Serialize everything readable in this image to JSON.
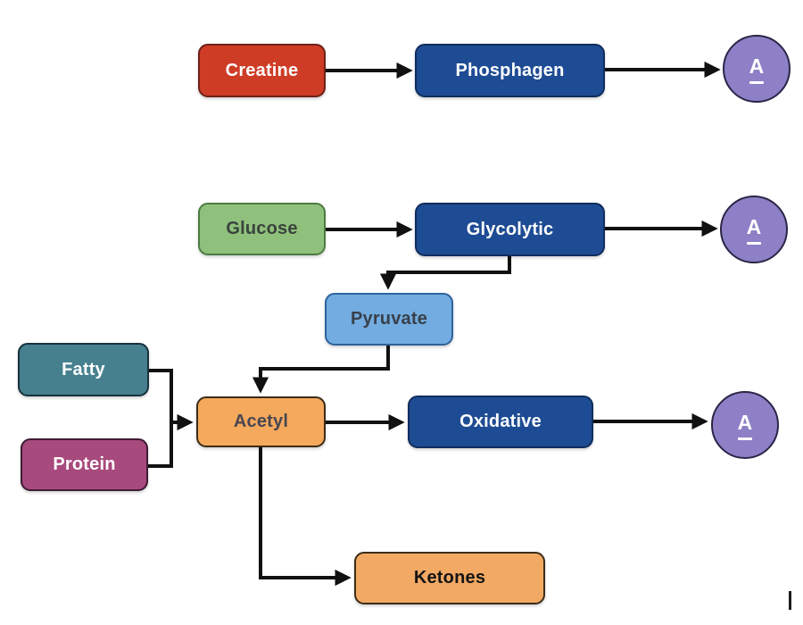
{
  "diagram": {
    "type": "flowchart",
    "description": "Metabolic energy pathway diagram",
    "background_color": "#ffffff",
    "arrow_color": "#111111",
    "nodes": {
      "creatine": {
        "label": "Creatine",
        "shape": "rounded-rect",
        "fill": "#ce3c26",
        "text_color": "#ffffff"
      },
      "phosphagen": {
        "label": "Phosphagen",
        "shape": "rounded-rect",
        "fill": "#1e4c94",
        "text_color": "#ffffff"
      },
      "atp1": {
        "label": "A",
        "shape": "circle",
        "fill": "#8e80c6",
        "text_color": "#ffffff",
        "underlined": true
      },
      "glucose": {
        "label": "Glucose",
        "shape": "rounded-rect",
        "fill": "#8fc17d",
        "text_color": "#3a433c"
      },
      "glycolytic": {
        "label": "Glycolytic",
        "shape": "rounded-rect",
        "fill": "#1e4c94",
        "text_color": "#ffffff"
      },
      "atp2": {
        "label": "A",
        "shape": "circle",
        "fill": "#8e80c6",
        "text_color": "#ffffff",
        "underlined": true
      },
      "pyruvate": {
        "label": "Pyruvate",
        "shape": "rounded-rect",
        "fill": "#72ace0",
        "text_color": "#384049"
      },
      "fatty": {
        "label": "Fatty",
        "shape": "rounded-rect",
        "fill": "#46808f",
        "text_color": "#ffffff"
      },
      "protein": {
        "label": "Protein",
        "shape": "rounded-rect",
        "fill": "#a74a7d",
        "text_color": "#ffffff"
      },
      "acetyl": {
        "label": "Acetyl",
        "shape": "rounded-rect",
        "fill": "#f5a95d",
        "text_color": "#474751"
      },
      "oxidative": {
        "label": "Oxidative",
        "shape": "rounded-rect",
        "fill": "#1e4c94",
        "text_color": "#ffffff"
      },
      "atp3": {
        "label": "A",
        "shape": "circle",
        "fill": "#8e80c6",
        "text_color": "#ffffff",
        "underlined": true
      },
      "ketones": {
        "label": "Ketones",
        "shape": "rounded-rect",
        "fill": "#f2a963",
        "text_color": "#141414"
      }
    },
    "edges": [
      {
        "from": "Creatine",
        "to": "Phosphagen"
      },
      {
        "from": "Phosphagen",
        "to": "A (circle, row 1)"
      },
      {
        "from": "Glucose",
        "to": "Glycolytic"
      },
      {
        "from": "Glycolytic",
        "to": "A (circle, row 2)"
      },
      {
        "from": "Glycolytic",
        "to": "Pyruvate"
      },
      {
        "from": "Pyruvate",
        "to": "Acetyl"
      },
      {
        "from": "Fatty",
        "to": "Acetyl"
      },
      {
        "from": "Protein",
        "to": "Acetyl"
      },
      {
        "from": "Acetyl",
        "to": "Oxidative"
      },
      {
        "from": "Oxidative",
        "to": "A (circle, row 3)"
      },
      {
        "from": "Acetyl",
        "to": "Ketones"
      }
    ]
  }
}
